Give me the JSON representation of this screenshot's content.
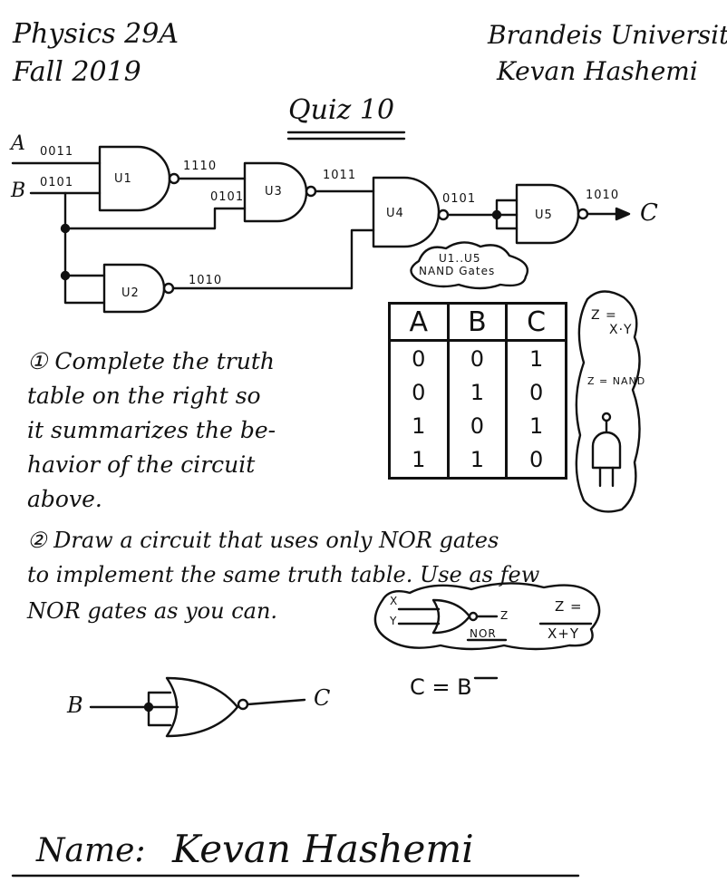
{
  "header": {
    "course": "Physics 29A",
    "term": "Fall 2019",
    "university": "Brandeis University",
    "instructor": "Kevan Hashemi",
    "title": "Quiz 10"
  },
  "circuit": {
    "input_a": "A",
    "input_a_bits": "0011",
    "input_b": "B",
    "input_b_bits": "0101",
    "gates": [
      "U1",
      "U2",
      "U3",
      "U4",
      "U5"
    ],
    "u1_out": "1110",
    "u3_in": "0101",
    "u3_out": "1011",
    "u2_out": "1010",
    "u4_out": "0101",
    "u5_out": "1010",
    "output": "C",
    "note_line1": "U1..U5",
    "note_line2": "NAND Gates"
  },
  "truth_table": {
    "headers": [
      "A",
      "B",
      "C"
    ],
    "rows": [
      [
        "0",
        "0",
        "1"
      ],
      [
        "0",
        "1",
        "0"
      ],
      [
        "1",
        "0",
        "1"
      ],
      [
        "1",
        "1",
        "0"
      ]
    ]
  },
  "nand_note": {
    "eq1": "Z =",
    "eq1b": "X·Y",
    "eq2": "Z = NAND"
  },
  "questions": {
    "q1_line1": "① Complete the truth",
    "q1_line2": "table on the right so",
    "q1_line3": "it summarizes the be-",
    "q1_line4": "havior of the circuit",
    "q1_line5": "above.",
    "q2_line1": "② Draw a circuit that uses only NOR gates",
    "q2_line2": "to implement the same truth table. Use as few",
    "q2_line3": "NOR gates as you can."
  },
  "nor_note": {
    "x": "X",
    "y": "Y",
    "z": "Z",
    "label": "NOR",
    "eq_top": "Z =",
    "eq_bottom": "X+Y"
  },
  "answer": {
    "input": "B",
    "output": "C",
    "equation": "C = B"
  },
  "footer": {
    "name_label": "Name:",
    "name_value": "Kevan Hashemi"
  }
}
